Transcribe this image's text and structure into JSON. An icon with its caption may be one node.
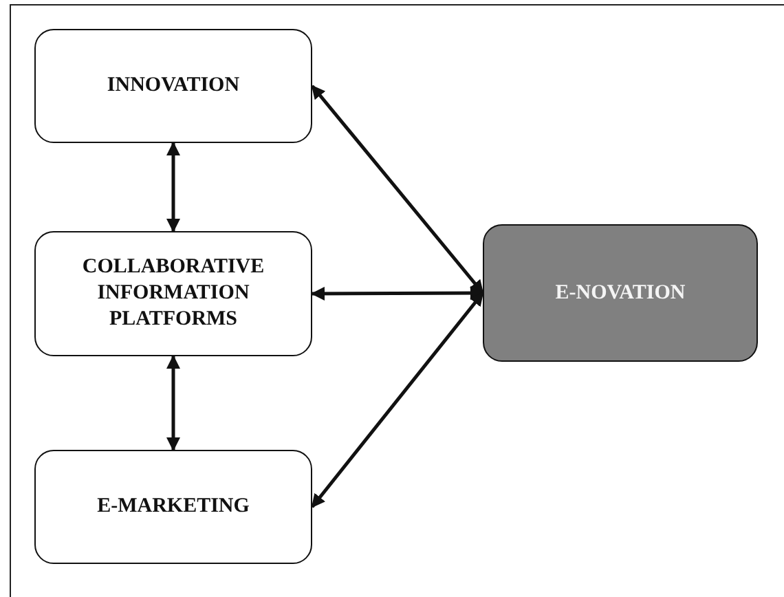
{
  "diagram": {
    "nodes": [
      {
        "text": [
          "INNOVATION"
        ]
      },
      {
        "text": [
          "COLLABORATIVE INFORMATION PLATFORMS"
        ]
      },
      {
        "text": [
          "E-MARKETING"
        ]
      },
      {
        "text": [
          "E-NOVATION"
        ]
      }
    ],
    "edges": [
      {
        "from": 0,
        "to": 1,
        "arrow": "both"
      },
      {
        "from": 1,
        "to": 2,
        "arrow": "both"
      },
      {
        "from": 0,
        "to": 3,
        "arrow": "both"
      },
      {
        "from": 1,
        "to": 3,
        "arrow": "both"
      },
      {
        "from": 2,
        "to": 3,
        "arrow": "both"
      }
    ]
  }
}
